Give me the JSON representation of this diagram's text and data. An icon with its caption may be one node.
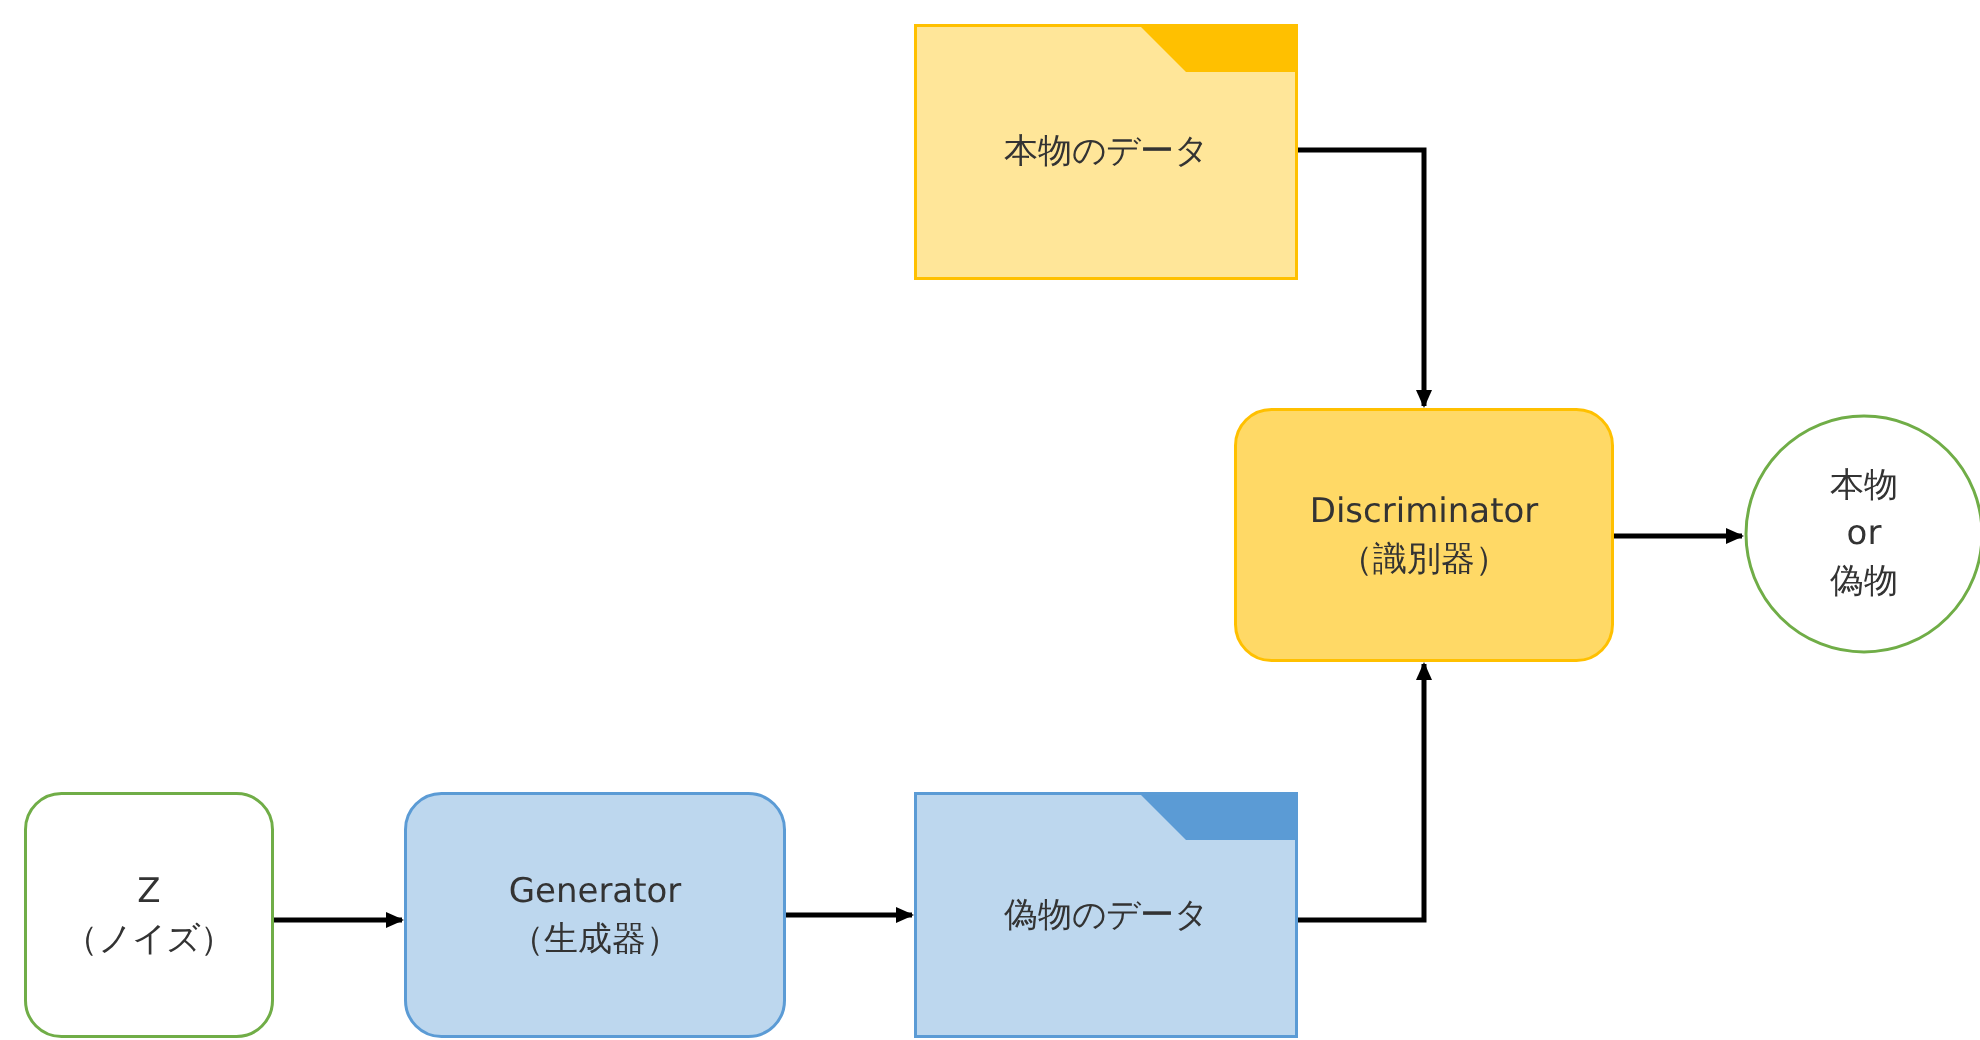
{
  "diagram": {
    "nodes": [
      {
        "text": [
          "本物のデータ"
        ]
      },
      {
        "text": [
          "Discriminator",
          "（識別器）"
        ]
      },
      {
        "text": [
          "本物 or 偽物"
        ]
      },
      {
        "text": [
          "Z",
          "（ノイズ）"
        ]
      },
      {
        "text": [
          "Generator",
          "（生成器）"
        ]
      },
      {
        "text": [
          "偽物のデータ"
        ]
      }
    ],
    "edges": [
      {
        "from": 0,
        "to": 1,
        "arrow": "to"
      },
      {
        "from": 5,
        "to": 1,
        "arrow": "to"
      },
      {
        "from": 1,
        "to": 2,
        "arrow": "to"
      },
      {
        "from": 3,
        "to": 4,
        "arrow": "to"
      },
      {
        "from": 4,
        "to": 5,
        "arrow": "to"
      }
    ]
  }
}
